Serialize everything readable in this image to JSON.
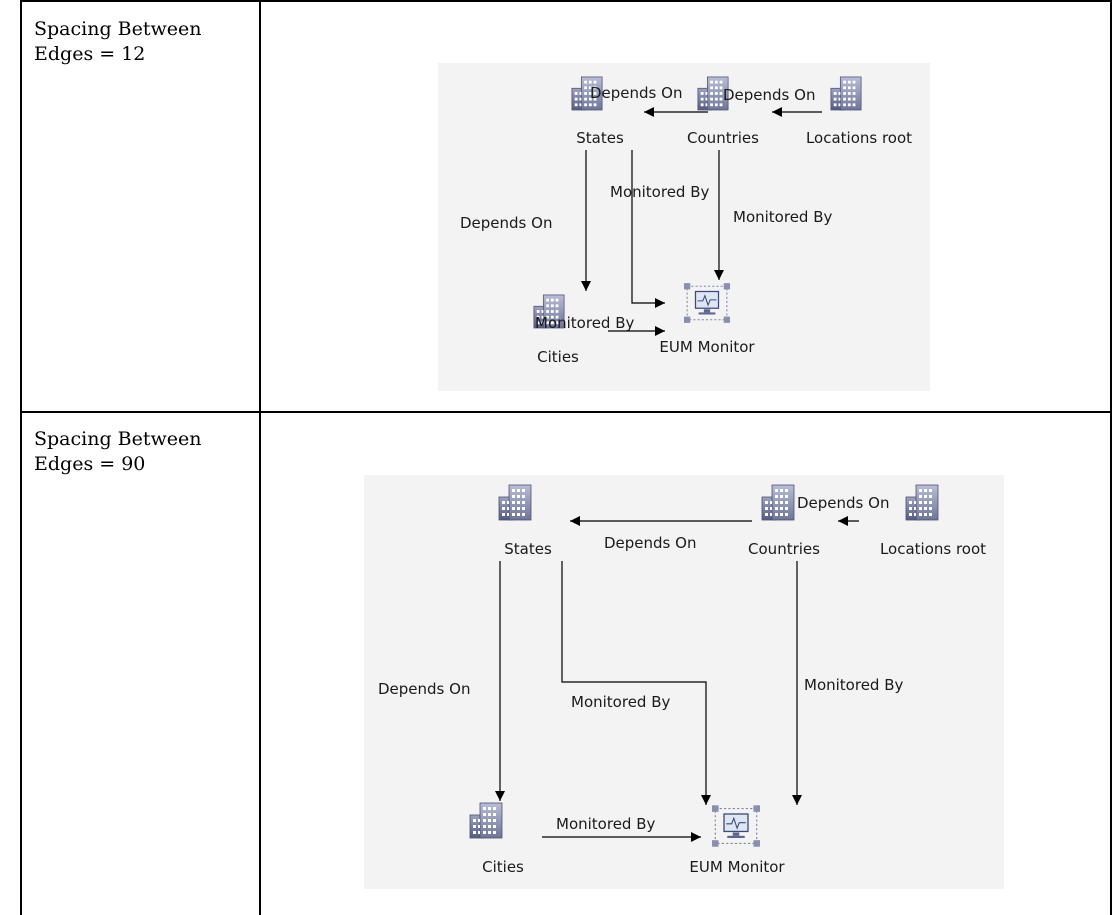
{
  "rows": [
    {
      "caption_line1": "Spacing Between",
      "caption_line2": "Edges = 12",
      "diagram": {
        "nodes": {
          "states": "States",
          "countries": "Countries",
          "locations_root": "Locations root",
          "cities": "Cities",
          "eum_monitor": "EUM Monitor"
        },
        "edges": {
          "countries_states": "Depends On",
          "root_countries": "Depends On",
          "states_cities": "Depends On",
          "states_eum": "Monitored By",
          "countries_eum": "Monitored By",
          "cities_eum": "Monitored By"
        }
      }
    },
    {
      "caption_line1": "Spacing Between",
      "caption_line2": "Edges = 90",
      "diagram": {
        "nodes": {
          "states": "States",
          "countries": "Countries",
          "locations_root": "Locations root",
          "cities": "Cities",
          "eum_monitor": "EUM Monitor"
        },
        "edges": {
          "countries_states": "Depends On",
          "root_countries": "Depends On",
          "states_cities": "Depends On",
          "states_eum": "Monitored By",
          "countries_eum": "Monitored By",
          "cities_eum": "Monitored By"
        }
      }
    }
  ]
}
